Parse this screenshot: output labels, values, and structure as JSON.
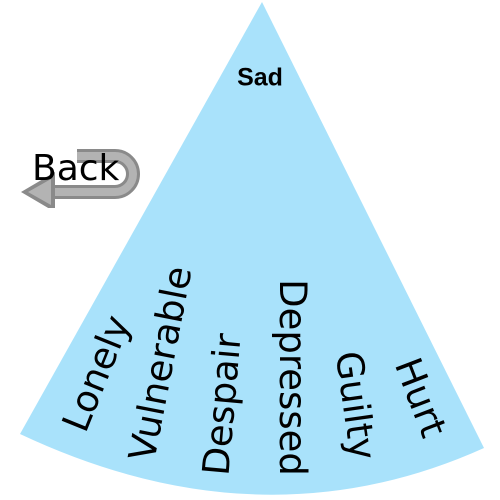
{
  "wheel": {
    "category": "Sad",
    "emotions": [
      "Lonely",
      "Vulnerable",
      "Despair",
      "Depressed",
      "Guilty",
      "Hurt"
    ],
    "wedge_color": "#a9e2fb"
  },
  "navigation": {
    "back_label": "Back",
    "back_icon": "back-arrow-icon",
    "back_icon_color": "#8a8a8a"
  }
}
